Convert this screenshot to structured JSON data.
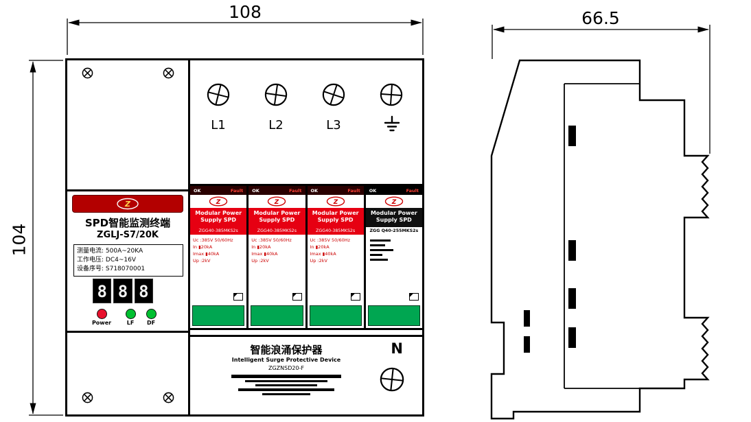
{
  "drawing": {
    "dim_front_width": "108",
    "dim_front_height": "104",
    "dim_side_depth": "66.5"
  },
  "colors": {
    "module_red": "#e60012",
    "module_green": "#00a651",
    "banner_red": "#b30000",
    "led_power": "#e8112d",
    "led_lf": "#00c030",
    "led_df": "#00c030"
  },
  "front_view": {
    "terminal_labels": [
      "L1",
      "L2",
      "L3"
    ],
    "monitor": {
      "title": "SPD智能监测终端",
      "model": "ZGLJ-S7/20K",
      "spec_lines": [
        "测量电流: 500A~20KA",
        "工作电压: DC4~16V",
        "设备序号: S718070001"
      ],
      "display_digits": [
        "8",
        "8",
        "8"
      ],
      "led_labels": [
        "Power",
        "LF",
        "DF"
      ]
    },
    "modules": [
      {
        "status_ok": "OK",
        "status_fault": "Fault",
        "band": "Modular Power Supply SPD",
        "model": "ZGG40-385MKS2s",
        "specs": [
          "Uc :385V 50/60Hz",
          "In ▮20kA",
          "Imax ▮40kA",
          "Up :2kV"
        ]
      },
      {
        "status_ok": "OK",
        "status_fault": "Fault",
        "band": "Modular Power Supply SPD",
        "model": "ZGG40-385MKS2s",
        "specs": [
          "Uc :385V 50/60Hz",
          "In ▮20kA",
          "Imax ▮40kA",
          "Up :2kV"
        ]
      },
      {
        "status_ok": "OK",
        "status_fault": "Fault",
        "band": "Modular Power Supply SPD",
        "model": "ZGG40-385MKS2s",
        "specs": [
          "Uc :385V 50/60Hz",
          "In ▮20kA",
          "Imax ▮40kA",
          "Up :2kV"
        ]
      },
      {
        "status_ok": "OK",
        "status_fault": "Fault",
        "band": "Modular Power Supply SPD",
        "model": "ZGG Q40-255MKS2s"
      }
    ],
    "bottom_panel": {
      "title": "智能浪涌保护器",
      "subtitle": "Intelligent Surge Protective Device",
      "model": "ZGZNSD20-F",
      "neutral_label": "N"
    }
  }
}
